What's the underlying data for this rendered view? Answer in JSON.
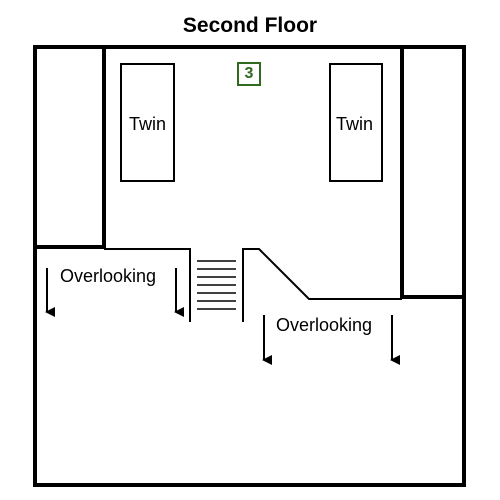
{
  "floor": {
    "title": "Second Floor",
    "room_number": "3",
    "bed_left_label": "Twin",
    "bed_right_label": "Twin",
    "overlook_left_label": "Overlooking",
    "overlook_right_label": "Overlooking"
  },
  "colors": {
    "walls": "#000000",
    "badge": "#2e6b1f",
    "background": "#ffffff"
  }
}
